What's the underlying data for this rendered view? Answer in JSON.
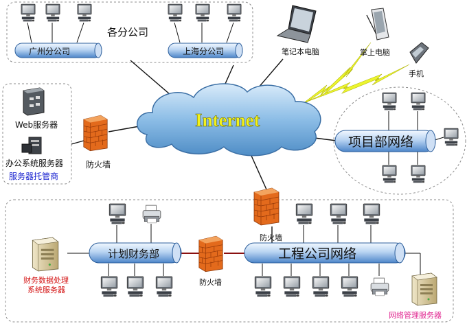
{
  "branch": {
    "title": "各分公司",
    "guangzhou": "广州分公司",
    "shanghai": "上海分公司"
  },
  "hosting": {
    "web_server": "Web服务器",
    "office_server": "办公系统服务器",
    "provider": "服务器托管商"
  },
  "firewalls": {
    "top": "防火墙",
    "center": "防火墙",
    "bottom": "防火墙"
  },
  "internet": {
    "label": "Internet"
  },
  "mobile": {
    "laptop": "笔记本电脑",
    "pda": "掌上电脑",
    "phone": "手机"
  },
  "project": {
    "label": "项目部网络"
  },
  "hq": {
    "finance_dept": "计划财务部",
    "eng_network": "工程公司网络",
    "finance_server": "财务数据处理\n系统服务器",
    "mgmt_server": "网络管理服务器"
  },
  "colors": {
    "pipe": "#3f7fd0",
    "pipe_light": "#d6e6fa",
    "cloud": "#6fa7d8",
    "firewall": "#e36a1c",
    "blue_text": "#1a23d0",
    "red_text": "#d41313",
    "pink_text": "#e0248f"
  },
  "icons": [
    "desktop-computer-icon",
    "server-icon",
    "laptop-icon",
    "pda-icon",
    "mobile-phone-icon",
    "printer-icon",
    "firewall-icon",
    "cloud-icon",
    "lightning-icon"
  ]
}
